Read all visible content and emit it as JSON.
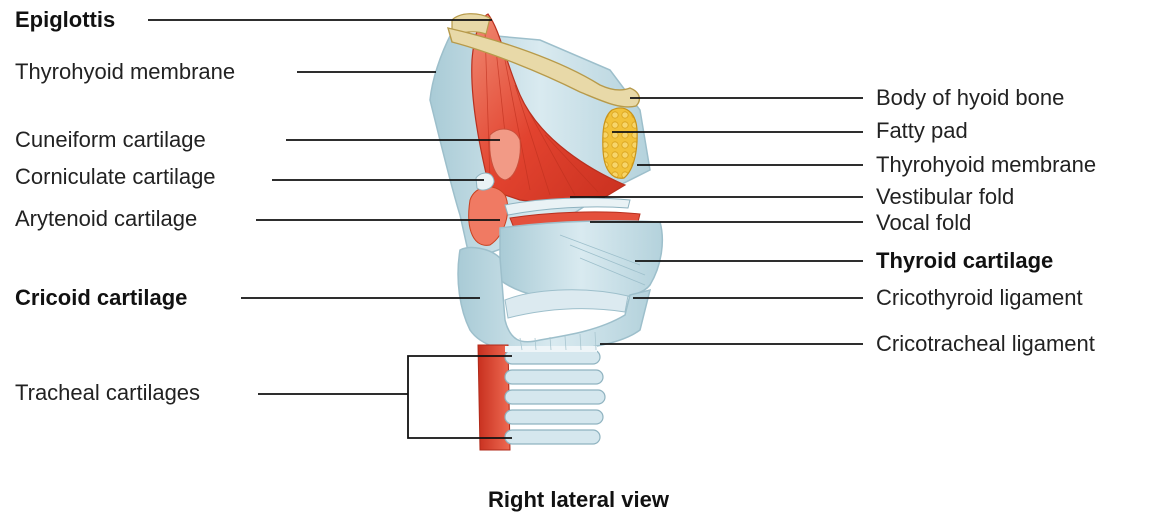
{
  "caption": "Right lateral view",
  "labels_left": [
    {
      "id": "epiglottis",
      "text": "Epiglottis",
      "bold": true
    },
    {
      "id": "thyrohyoid-membrane-left",
      "text": "Thyrohyoid membrane",
      "bold": false
    },
    {
      "id": "cuneiform",
      "text": "Cuneiform cartilage",
      "bold": false
    },
    {
      "id": "corniculate",
      "text": "Corniculate cartilage",
      "bold": false
    },
    {
      "id": "arytenoid",
      "text": "Arytenoid cartilage",
      "bold": false
    },
    {
      "id": "cricoid",
      "text": "Cricoid cartilage",
      "bold": true
    },
    {
      "id": "tracheal",
      "text": "Tracheal cartilages",
      "bold": false
    }
  ],
  "labels_right": [
    {
      "id": "hyoid",
      "text": "Body of hyoid bone",
      "bold": false
    },
    {
      "id": "fatty-pad",
      "text": "Fatty pad",
      "bold": false
    },
    {
      "id": "thyrohyoid-membrane-right",
      "text": "Thyrohyoid membrane",
      "bold": false
    },
    {
      "id": "vestibular",
      "text": "Vestibular fold",
      "bold": false
    },
    {
      "id": "vocal",
      "text": "Vocal fold",
      "bold": false
    },
    {
      "id": "thyroid",
      "text": "Thyroid cartilage",
      "bold": true
    },
    {
      "id": "cricothyroid",
      "text": "Cricothyroid ligament",
      "bold": false
    },
    {
      "id": "cricotracheal",
      "text": "Cricotracheal ligament",
      "bold": false
    }
  ],
  "colors": {
    "cartilage": "#cfe3ea",
    "cartilage_edge": "#9dbfcb",
    "muscle": "#e4503c",
    "muscle_light": "#f07a63",
    "hyoid": "#e8d9a8",
    "fat": "#f2c23a",
    "leader": "#111111"
  }
}
